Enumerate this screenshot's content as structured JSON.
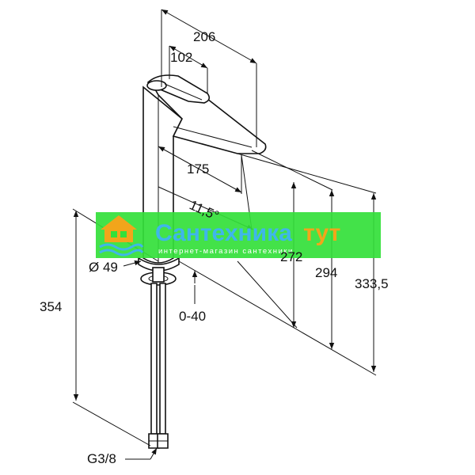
{
  "dimensions": {
    "overall_reach": "206",
    "handle_length": "102",
    "spout_reach": "175",
    "swivel_angle": "11,5°",
    "diameter": "Ø 49",
    "outlet_height": "272",
    "spout_height": "294",
    "total_height": "333,5",
    "hose_length": "354",
    "mount_range": "0-40",
    "thread": "G3/8"
  },
  "watermark": {
    "title_left": "Сантехника",
    "title_right": "тут",
    "subtitle": "интернет-магазин сантехники",
    "colors": {
      "banner": "#33e03a",
      "title_left": "#3fb6ea",
      "title_right": "#f2a51b",
      "subtitle": "#ffffff"
    }
  }
}
